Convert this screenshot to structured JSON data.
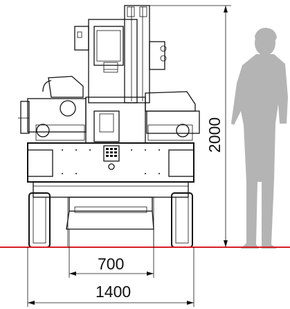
{
  "dimensions": {
    "height_label": "2000",
    "track_width_label": "700",
    "overall_width_label": "1400"
  },
  "colors": {
    "ground_line": "#d61f26",
    "figure": "#b4b4b4",
    "ink": "#111111"
  }
}
